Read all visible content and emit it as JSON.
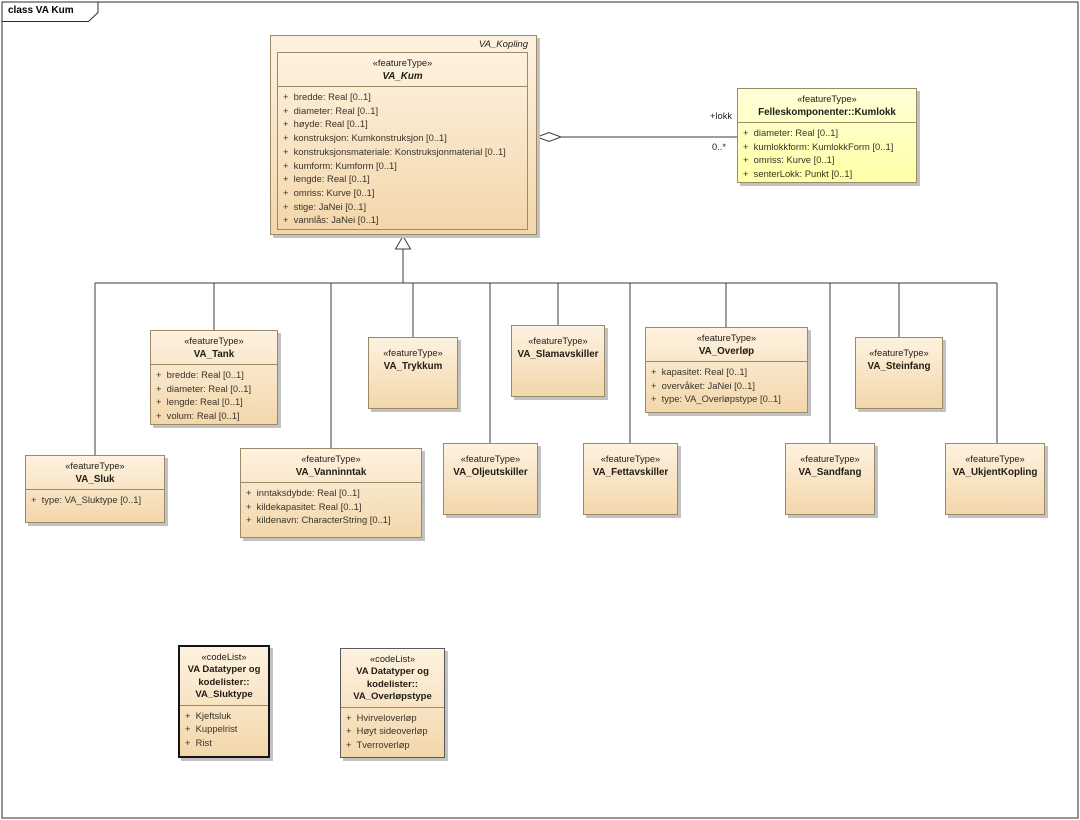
{
  "frame": {
    "label": "class VA Kum"
  },
  "assoc": {
    "role": "+lokk",
    "multiplicity": "0..*"
  },
  "colors": {
    "class_fill": "#f8e3c0",
    "class_border": "#9a8a68",
    "external_class_fill": "#ffffc0",
    "connector": "#3d3d3d",
    "shadow": "#c2c2c2"
  },
  "classes": {
    "va_kopling": {
      "name": "VA_Kopling"
    },
    "va_kum": {
      "stereotype": "«featureType»",
      "name": "VA_Kum",
      "attributes": [
        "+  bredde: Real [0..1]",
        "+  diameter: Real [0..1]",
        "+  høyde: Real [0..1]",
        "+  konstruksjon: Kumkonstruksjon [0..1]",
        "+  konstruksjonsmateriale: Konstruksjonmaterial [0..1]",
        "+  kumform: Kumform [0..1]",
        "+  lengde: Real [0..1]",
        "+  omriss: Kurve [0..1]",
        "+  stige: JaNei [0..1]",
        "+  vannlås: JaNei [0..1]"
      ]
    },
    "kumlokk": {
      "stereotype": "«featureType»",
      "name": "Felleskomponenter::Kumlokk",
      "attributes": [
        "+  diameter: Real [0..1]",
        "+  kumlokkform: KumlokkForm [0..1]",
        "+  omriss: Kurve [0..1]",
        "+  senterLokk: Punkt [0..1]"
      ]
    },
    "va_tank": {
      "stereotype": "«featureType»",
      "name": "VA_Tank",
      "attributes": [
        "+  bredde: Real [0..1]",
        "+  diameter: Real [0..1]",
        "+  lengde: Real [0..1]",
        "+  volum: Real [0..1]"
      ]
    },
    "va_trykkum": {
      "stereotype": "«featureType»",
      "name": "VA_Trykkum"
    },
    "va_slamavskiller": {
      "stereotype": "«featureType»",
      "name": "VA_Slamavskiller"
    },
    "va_overlop": {
      "stereotype": "«featureType»",
      "name": "VA_Overløp",
      "attributes": [
        "+  kapasitet: Real [0..1]",
        "+  overvåket: JaNei [0..1]",
        "+  type: VA_Overløpstype [0..1]"
      ]
    },
    "va_steinfang": {
      "stereotype": "«featureType»",
      "name": "VA_Steinfang"
    },
    "va_sluk": {
      "stereotype": "«featureType»",
      "name": "VA_Sluk",
      "attributes": [
        "+  type: VA_Sluktype [0..1]"
      ]
    },
    "va_vanninntak": {
      "stereotype": "«featureType»",
      "name": "VA_Vanninntak",
      "attributes": [
        "+  inntaksdybde: Real [0..1]",
        "+  kildekapasitet: Real [0..1]",
        "+  kildenavn: CharacterString [0..1]"
      ]
    },
    "va_oljeutskiller": {
      "stereotype": "«featureType»",
      "name": "VA_Oljeutskiller"
    },
    "va_fettavskiller": {
      "stereotype": "«featureType»",
      "name": "VA_Fettavskiller"
    },
    "va_sandfang": {
      "stereotype": "«featureType»",
      "name": "VA_Sandfang"
    },
    "va_ukjentkopling": {
      "stereotype": "«featureType»",
      "name": "VA_UkjentKopling"
    },
    "va_sluktype": {
      "stereotype": "«codeList»",
      "name": "VA Datatyper og kodelister:: VA_Sluktype",
      "attributes": [
        "+  Kjeftsluk",
        "+  Kuppelrist",
        "+  Rist"
      ]
    },
    "va_overlopstype": {
      "stereotype": "«codeList»",
      "name": "VA Datatyper og kodelister:: VA_Overløpstype",
      "attributes": [
        "+  Hvirveloverløp",
        "+  Høyt sideoverløp",
        "+  Tverroverløp"
      ]
    }
  }
}
